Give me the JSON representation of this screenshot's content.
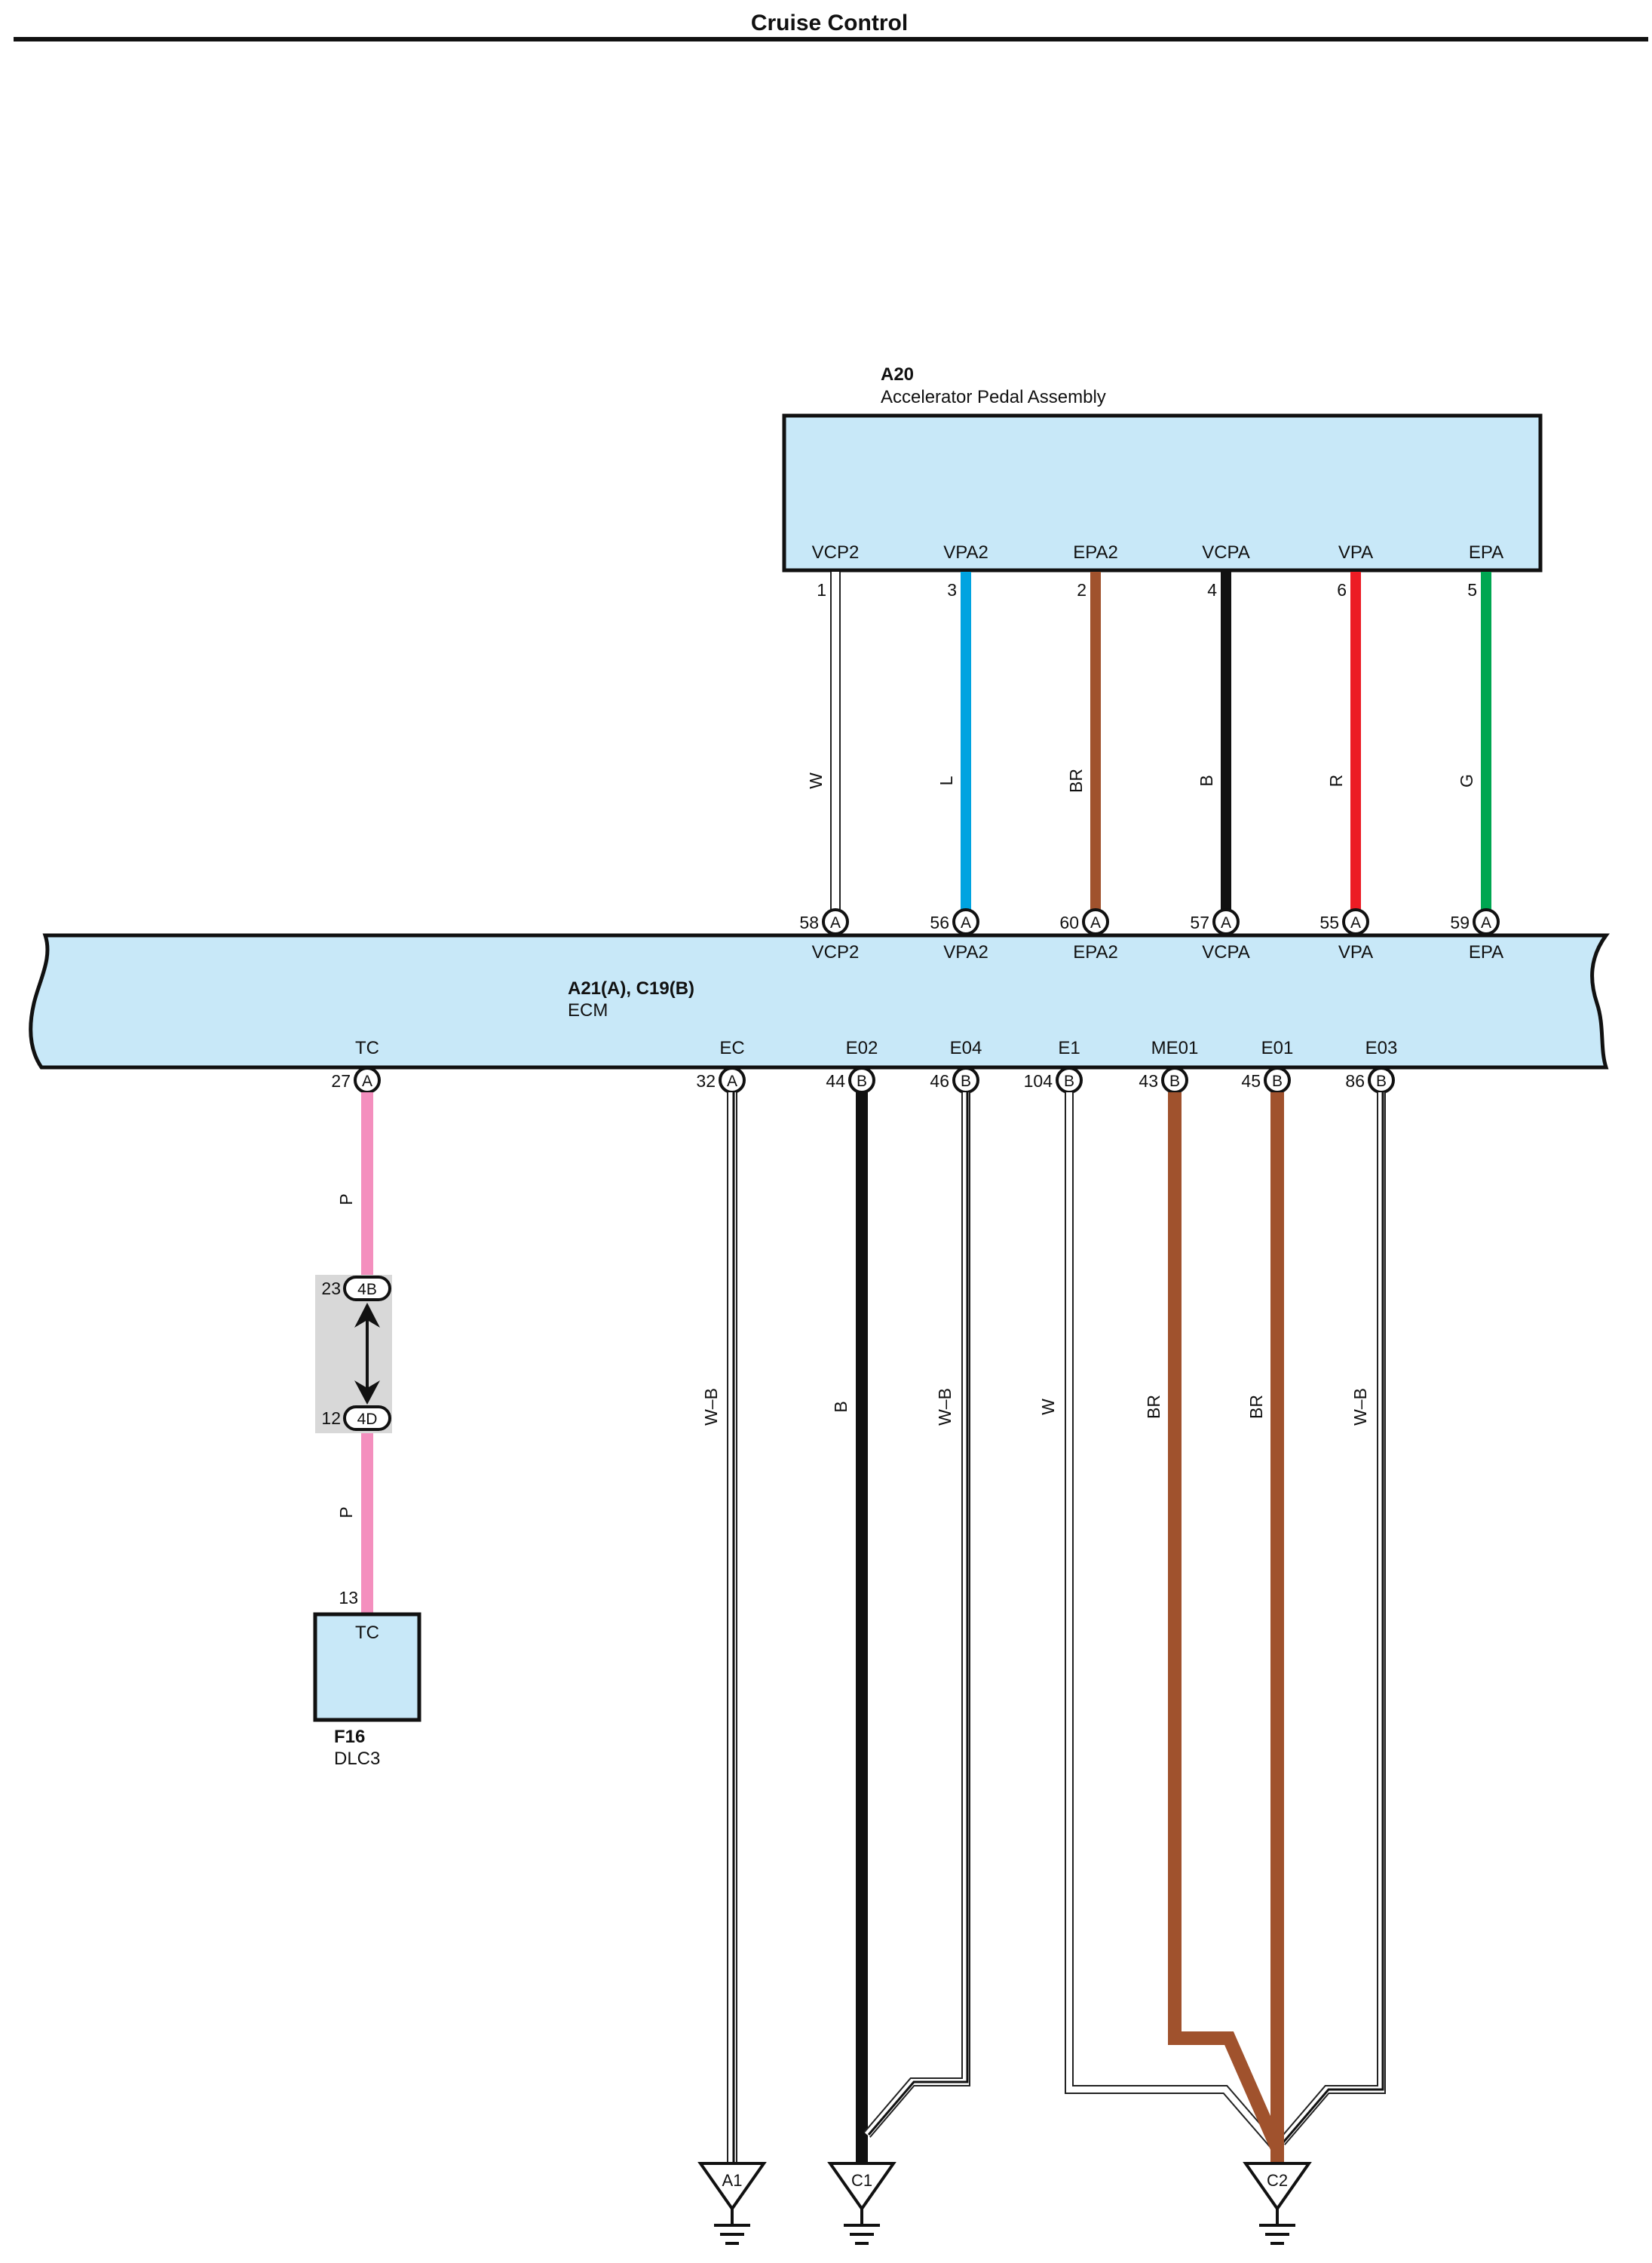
{
  "title": "Cruise Control",
  "colors": {
    "component_fill": "#c8e8f8",
    "W": "#ffffff",
    "L": "#00a3e0",
    "BR": "#a0522d",
    "B": "#111111",
    "R": "#ec1c24",
    "G": "#00a651",
    "P": "#f48fbe"
  },
  "pedal": {
    "id": "A20",
    "name": "Accelerator Pedal Assembly",
    "pins": [
      {
        "name": "VCP2",
        "num": "1"
      },
      {
        "name": "VPA2",
        "num": "3"
      },
      {
        "name": "EPA2",
        "num": "2"
      },
      {
        "name": "VCPA",
        "num": "4"
      },
      {
        "name": "VPA",
        "num": "6"
      },
      {
        "name": "EPA",
        "num": "5"
      }
    ]
  },
  "upper_wires": [
    {
      "color": "W",
      "ecm_pin": "58",
      "conn": "A",
      "ecm_name": "VCP2"
    },
    {
      "color": "L",
      "ecm_pin": "56",
      "conn": "A",
      "ecm_name": "VPA2"
    },
    {
      "color": "BR",
      "ecm_pin": "60",
      "conn": "A",
      "ecm_name": "EPA2"
    },
    {
      "color": "B",
      "ecm_pin": "57",
      "conn": "A",
      "ecm_name": "VCPA"
    },
    {
      "color": "R",
      "ecm_pin": "55",
      "conn": "A",
      "ecm_name": "VPA"
    },
    {
      "color": "G",
      "ecm_pin": "59",
      "conn": "A",
      "ecm_name": "EPA"
    }
  ],
  "ecm": {
    "id": "A21(A), C19(B)",
    "name": "ECM",
    "bottom_pins": [
      {
        "name": "TC",
        "num": "27",
        "conn": "A",
        "color": "P"
      },
      {
        "name": "EC",
        "num": "32",
        "conn": "A",
        "color": "W–B"
      },
      {
        "name": "E02",
        "num": "44",
        "conn": "B",
        "color": "B"
      },
      {
        "name": "E04",
        "num": "46",
        "conn": "B",
        "color": "W–B"
      },
      {
        "name": "E1",
        "num": "104",
        "conn": "B",
        "color": "W"
      },
      {
        "name": "ME01",
        "num": "43",
        "conn": "B",
        "color": "BR"
      },
      {
        "name": "E01",
        "num": "45",
        "conn": "B",
        "color": "BR"
      },
      {
        "name": "E03",
        "num": "86",
        "conn": "B",
        "color": "W–B"
      }
    ]
  },
  "junction": {
    "top": {
      "num": "23",
      "label": "4B"
    },
    "bottom": {
      "num": "12",
      "label": "4D"
    },
    "wire_color_above": "P",
    "wire_color_below": "P"
  },
  "dlc": {
    "id": "F16",
    "name": "DLC3",
    "pin_name": "TC",
    "pin_num": "13"
  },
  "grounds": [
    "A1",
    "C1",
    "C2"
  ]
}
